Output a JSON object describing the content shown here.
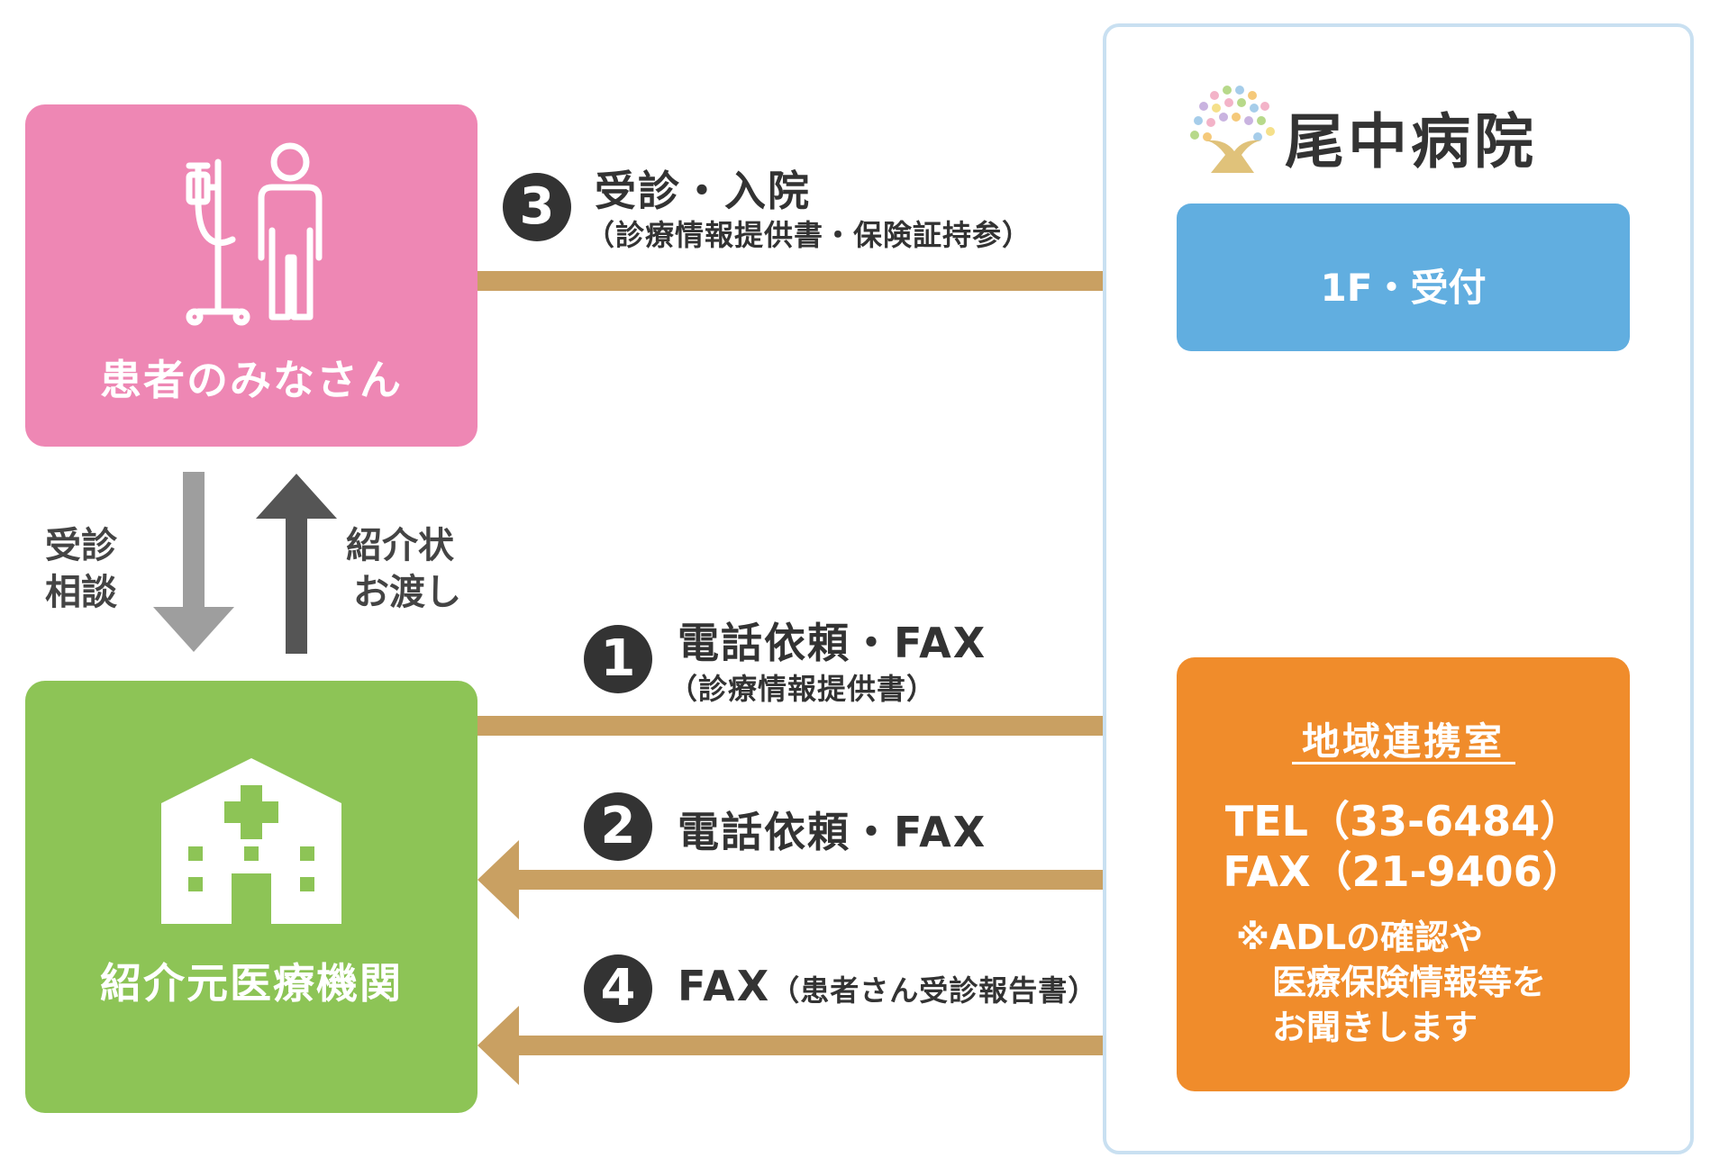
{
  "patient": {
    "label": "患者のみなさん"
  },
  "clinic": {
    "label": "紹介元医療機関"
  },
  "hospital": {
    "name": "尾中病院",
    "reception": "1F・受付",
    "liaison": {
      "title": "地域連携室",
      "tel": "TEL（33-6484）",
      "fax": "FAX（21-9406）",
      "note_lines": [
        "※ADLの確認や",
        "医療保険情報等を",
        "お聞きします"
      ]
    }
  },
  "steps": [
    {
      "number": "1",
      "label": "電話依頼・FAX",
      "sub": "（診療情報提供書）"
    },
    {
      "number": "2",
      "label": "電話依頼・FAX",
      "sub": ""
    },
    {
      "number": "3",
      "label": "受診・入院",
      "sub": "（診療情報提供書・保険証持参）"
    },
    {
      "number": "4",
      "label": "FAX",
      "sub": "（患者さん受診報告書）"
    }
  ],
  "vertical": {
    "down_label": [
      "受診",
      "相談"
    ],
    "up_label": [
      "紹介状",
      "お渡し"
    ]
  },
  "colors": {
    "patient": "#ee87b4",
    "clinic": "#8dc456",
    "reception": "#61aee0",
    "liaison": "#f08c2b",
    "arrow": "#c9a062",
    "down_arrow": "#9e9e9e",
    "up_arrow": "#555555"
  }
}
